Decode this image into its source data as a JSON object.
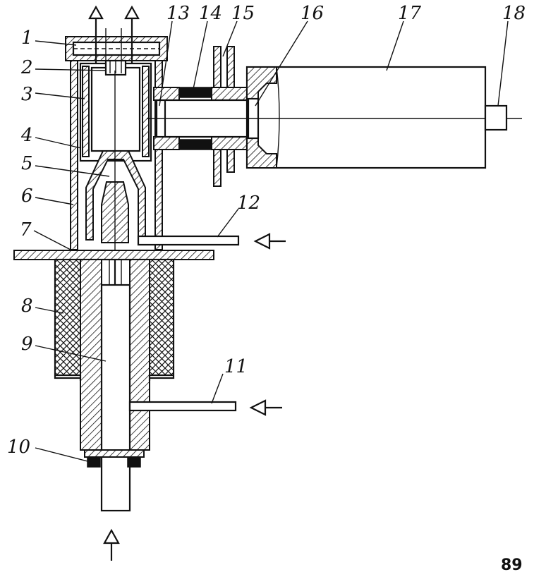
{
  "figure": {
    "labels": [
      {
        "id": "1",
        "text": "1"
      },
      {
        "id": "2",
        "text": "2"
      },
      {
        "id": "3",
        "text": "3"
      },
      {
        "id": "4",
        "text": "4"
      },
      {
        "id": "5",
        "text": "5"
      },
      {
        "id": "6",
        "text": "6"
      },
      {
        "id": "7",
        "text": "7"
      },
      {
        "id": "8",
        "text": "8"
      },
      {
        "id": "9",
        "text": "9"
      },
      {
        "id": "10",
        "text": "10"
      },
      {
        "id": "11",
        "text": "11"
      },
      {
        "id": "12",
        "text": "12"
      },
      {
        "id": "13",
        "text": "13"
      },
      {
        "id": "14",
        "text": "14"
      },
      {
        "id": "15",
        "text": "15"
      },
      {
        "id": "16",
        "text": "16"
      },
      {
        "id": "17",
        "text": "17"
      },
      {
        "id": "18",
        "text": "18"
      }
    ],
    "page_number": "89"
  }
}
